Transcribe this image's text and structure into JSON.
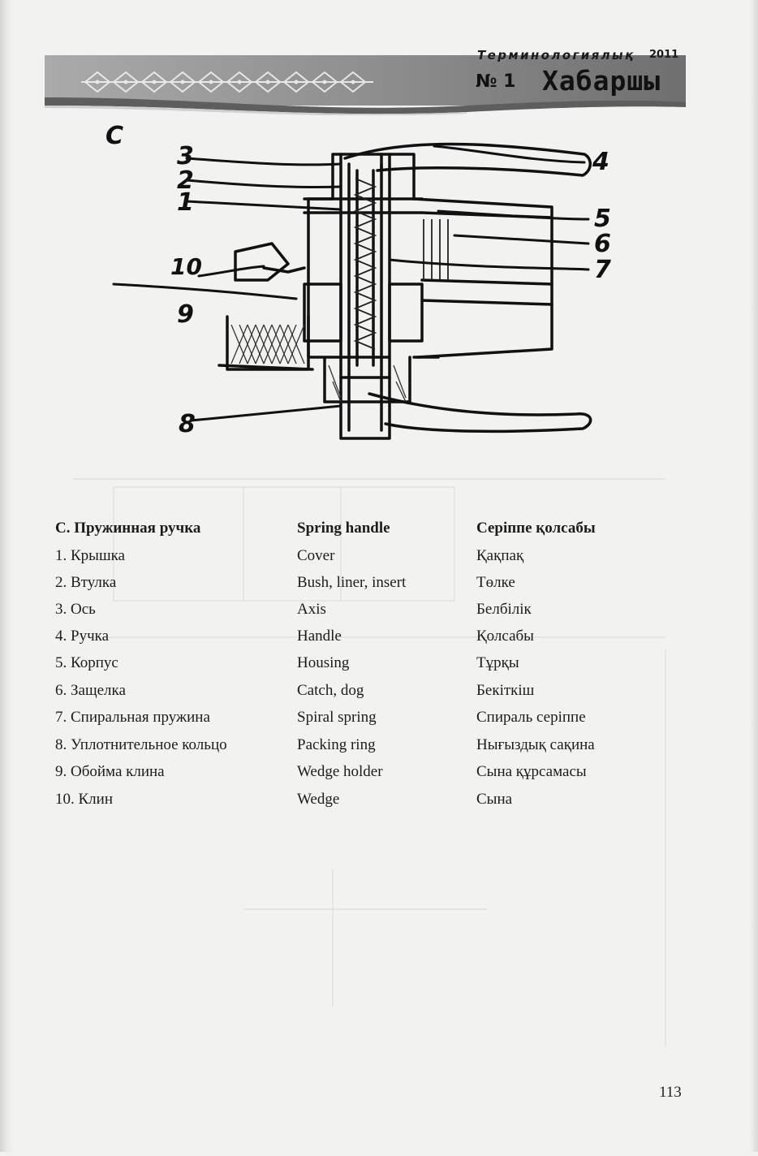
{
  "header": {
    "journal_name": "Терминологиялық",
    "year": "2011",
    "issue_no": "№ 1",
    "issue_title": "Хабаршы",
    "band_color": "#8a8a8a"
  },
  "figure": {
    "corner_label": "C",
    "callouts": [
      "3",
      "2",
      "1",
      "4",
      "5",
      "6",
      "7",
      "10",
      "9",
      "8"
    ]
  },
  "terms": {
    "header": {
      "ru": "С. Пружинная ручка",
      "en": "Spring handle",
      "kk": "Серіппе қолсабы"
    },
    "rows": [
      {
        "ru": "1. Крышка",
        "en": "Cover",
        "kk": "Қақпақ"
      },
      {
        "ru": "2. Втулка",
        "en": "Bush, liner, insert",
        "kk": "Төлке"
      },
      {
        "ru": "3. Ось",
        "en": "Axis",
        "kk": "Белбілік"
      },
      {
        "ru": "4. Ручка",
        "en": "Handle",
        "kk": "Қолсабы"
      },
      {
        "ru": "5. Корпус",
        "en": "Housing",
        "kk": "Тұрқы"
      },
      {
        "ru": "6. Защелка",
        "en": "Catch, dog",
        "kk": "Бекіткіш"
      },
      {
        "ru": "7. Спиральная пружина",
        "en": "Spiral spring",
        "kk": "Спираль серіппе"
      },
      {
        "ru": "8. Уплотнительное кольцо",
        "en": "Packing ring",
        "kk": "Нығыздық сақина"
      },
      {
        "ru": "9. Обойма клина",
        "en": "Wedge holder",
        "kk": "Сына құрсамасы"
      },
      {
        "ru": "10. Клин",
        "en": "Wedge",
        "kk": "Сына"
      }
    ]
  },
  "page_number": "113"
}
